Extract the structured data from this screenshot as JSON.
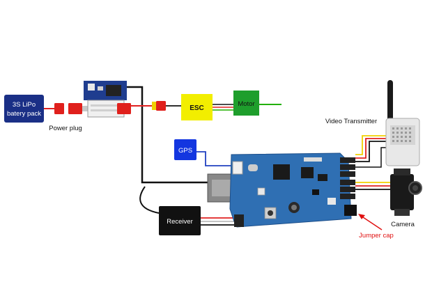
{
  "labels": {
    "battery_line1": "3S LiPo",
    "battery_line2": "batery pack",
    "power_plug": "Power plug",
    "esc": "ESC",
    "motor": "Motor",
    "gps": "GPS",
    "receiver": "Receiver",
    "video_transmitter": "Video Transmitter",
    "camera": "Camera",
    "jumper_cap": "Jumper cap"
  },
  "colors": {
    "battery": "#1a2f86",
    "esc": "#f2ee00",
    "motor": "#1e9e2c",
    "gps": "#1336e0",
    "receiver": "#111111",
    "board": "#2f6fb3",
    "jumper_label": "#e01010",
    "connector_red": "#e0201c",
    "wire_black": "#111111",
    "wire_green": "#22b000",
    "wire_yellow": "#f0d000",
    "wire_red": "#e02020",
    "wire_blue": "#2040c0"
  }
}
